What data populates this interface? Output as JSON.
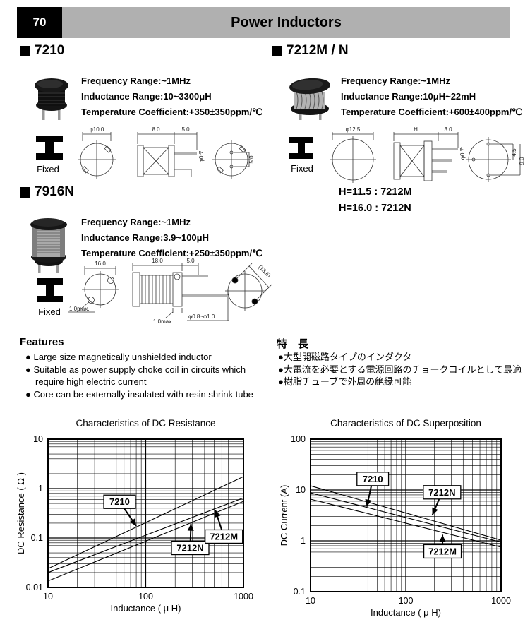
{
  "page": {
    "number": "70",
    "title": "Power Inductors"
  },
  "products": {
    "p7210": {
      "heading": "7210",
      "specs": [
        "Frequency Range:~1MHz",
        "Inductance Range:10~3300μH",
        "Temperature Coefficient:+350±350ppm/℃"
      ],
      "fixed_label": "Fixed",
      "dims": {
        "dia": "φ10.0",
        "body_w": "8.0",
        "lead_l": "5.0",
        "lead_dia": "φ0.7",
        "pitch": "5.0"
      }
    },
    "p7212": {
      "heading": "7212M / N",
      "specs": [
        "Frequency Range:~1MHz",
        "Inductance Range:10μH~22mH",
        "Temperature Coefficient:+600±400ppm/℃"
      ],
      "fixed_label": "Fixed",
      "dims": {
        "dia": "φ12.5",
        "h": "H",
        "lead_l": "3.0",
        "lead_dia": "φ0.7",
        "pitch_a": "4.5",
        "pitch_b": "9.0"
      },
      "variants": [
        "H=11.5 : 7212M",
        "H=16.0 : 7212N"
      ]
    },
    "p7916": {
      "heading": "7916N",
      "specs": [
        "Frequency Range:~1MHz",
        "Inductance Range:3.9~100μH",
        "Temperature Coefficient:+250±350ppm/℃"
      ],
      "fixed_label": "Fixed",
      "dims": {
        "dia": "16.0",
        "margin_a": "1.0max.",
        "body_w": "18.0",
        "lead_l": "5.0",
        "margin_b": "1.0max.",
        "lead_dia": "φ0.8~φ1.0",
        "diag": "(13.6)"
      }
    }
  },
  "features_en": {
    "heading": "Features",
    "items": [
      "● Large size magnetically unshielded inductor",
      "● Suitable as power supply choke coil in circuits which require high electric current",
      "● Core can be externally insulated with resin shrink tube"
    ]
  },
  "features_jp": {
    "heading": "特　長",
    "items": [
      "●大型開磁路タイプのインダクタ",
      "●大電流を必要とする電源回路のチョークコイルとして最適",
      "●樹脂チューブで外周の絶縁可能"
    ]
  },
  "chart_data": [
    {
      "type": "line",
      "title": "Characteristics of DC Resistance",
      "xlabel": "Inductance ( μ H)",
      "ylabel": "DC Resistance ( Ω )",
      "xscale": "log",
      "yscale": "log",
      "xlim": [
        10,
        1000
      ],
      "ylim": [
        0.01,
        10
      ],
      "xticks": [
        "10",
        "100",
        "1000"
      ],
      "yticks": [
        "10",
        "1",
        "0.1",
        "0.01"
      ],
      "grid": "log-minor-both",
      "legend_position": "inline-annotations",
      "series": [
        {
          "name": "7210",
          "x": [
            10,
            1000
          ],
          "y": [
            0.024,
            1.75
          ]
        },
        {
          "name": "7212M",
          "x": [
            10,
            1000
          ],
          "y": [
            0.02,
            0.65
          ]
        },
        {
          "name": "7212N",
          "x": [
            10,
            1000
          ],
          "y": [
            0.0135,
            0.55
          ]
        }
      ],
      "annotations": [
        {
          "label": "7210",
          "box": [
            54,
            0.54
          ],
          "tip": [
            80,
            0.175
          ]
        },
        {
          "label": "7212N",
          "box": [
            285,
            0.063
          ],
          "tip": [
            290,
            0.195
          ]
        },
        {
          "label": "7212M",
          "box": [
            630,
            0.107
          ],
          "tip": [
            515,
            0.37
          ]
        }
      ]
    },
    {
      "type": "line",
      "title": "Characteristics of DC Superposition",
      "xlabel": "Inductance ( μ H)",
      "ylabel": "DC Current (A)",
      "xscale": "log",
      "yscale": "log",
      "xlim": [
        10,
        1000
      ],
      "ylim": [
        0.1,
        100
      ],
      "xticks": [
        "10",
        "100",
        "1000"
      ],
      "yticks": [
        "100",
        "10",
        "1",
        "0.1"
      ],
      "grid": "log-minor-both",
      "legend_position": "inline-annotations",
      "series": [
        {
          "name": "7212N",
          "x": [
            10,
            1000
          ],
          "y": [
            12.1,
            1.03
          ]
        },
        {
          "name": "7210",
          "x": [
            10,
            1000
          ],
          "y": [
            8.8,
            0.94
          ]
        },
        {
          "name": "7212M",
          "x": [
            10,
            1000
          ],
          "y": [
            6.6,
            0.75
          ]
        }
      ],
      "annotations": [
        {
          "label": "7210",
          "box": [
            45,
            16.5
          ],
          "tip": [
            39,
            4.7
          ]
        },
        {
          "label": "7212N",
          "box": [
            240,
            9.0
          ],
          "tip": [
            190,
            3.2
          ]
        },
        {
          "label": "7212M",
          "box": [
            243,
            0.62
          ],
          "tip": [
            243,
            1.32
          ]
        }
      ]
    }
  ]
}
